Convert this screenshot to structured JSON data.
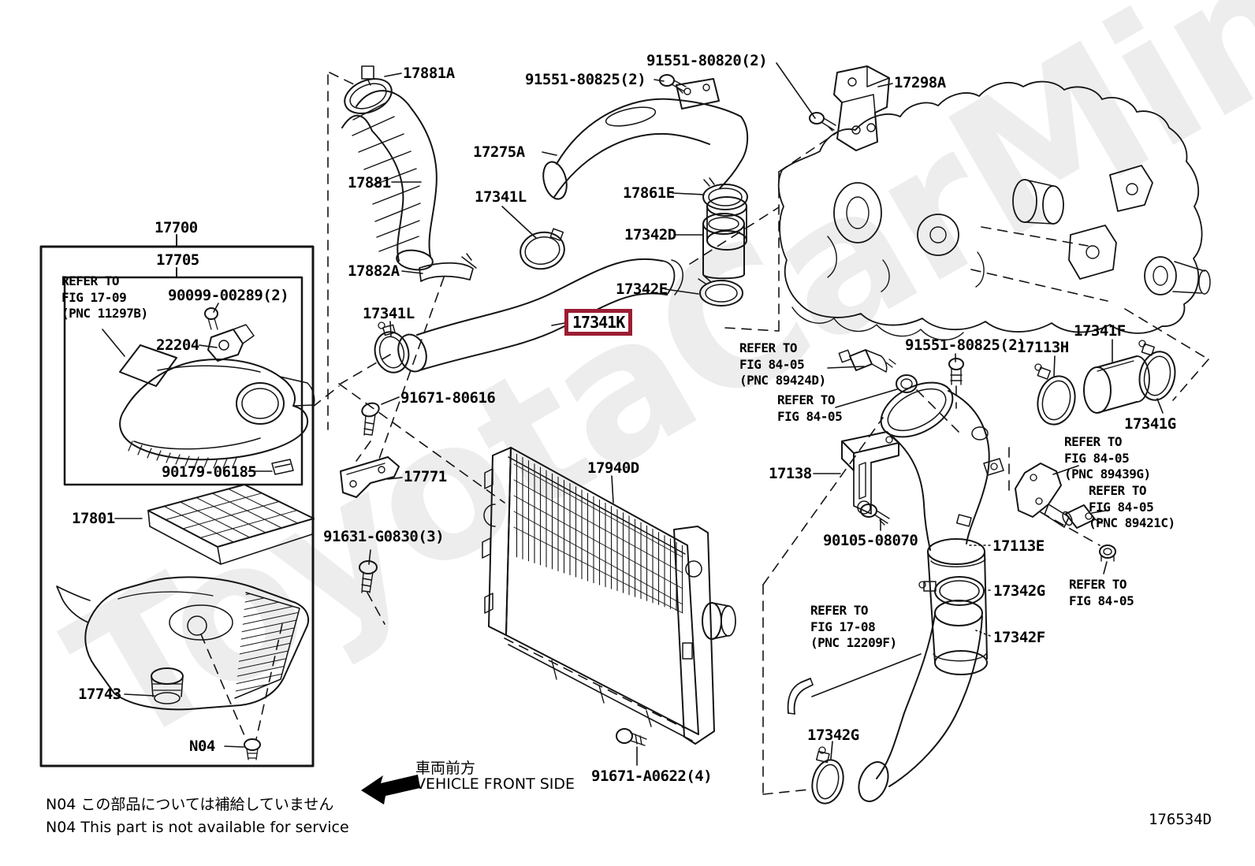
{
  "diagram": {
    "watermark": "ToyotaCarMine.ru",
    "doc_code": "176534D",
    "highlight_color": "#9b1d33",
    "line_color": "#141414",
    "highlighted_part": "17341K"
  },
  "labels": [
    {
      "text": "17881A"
    },
    {
      "text": "91551-80825(2)"
    },
    {
      "text": "91551-80820(2)"
    },
    {
      "text": "17298A"
    },
    {
      "text": "17275A"
    },
    {
      "text": "17881"
    },
    {
      "text": "17341L"
    },
    {
      "text": "17861E"
    },
    {
      "text": "17342D"
    },
    {
      "text": "17882A"
    },
    {
      "text": "17342E"
    },
    {
      "text": "17341L"
    },
    {
      "text": "17700"
    },
    {
      "text": "17705"
    },
    {
      "text": "90099-00289(2)"
    },
    {
      "text": "22204"
    },
    {
      "text": "91671-80616"
    },
    {
      "text": "90179-06185"
    },
    {
      "text": "17771"
    },
    {
      "text": "17801"
    },
    {
      "text": "91631-G0830(3)"
    },
    {
      "text": "17940D"
    },
    {
      "text": "17138"
    },
    {
      "text": "90105-08070"
    },
    {
      "text": "91551-80825(2)"
    },
    {
      "text": "17113H"
    },
    {
      "text": "17341F"
    },
    {
      "text": "17341G"
    },
    {
      "text": "17113E"
    },
    {
      "text": "17342G"
    },
    {
      "text": "17342F"
    },
    {
      "text": "91671-A0622(4)"
    },
    {
      "text": "17342G"
    },
    {
      "text": "17743"
    },
    {
      "text": "N04"
    }
  ],
  "refer_notes": [
    {
      "text": "REFER TO\nFIG 17-09\n(PNC 11297B)"
    },
    {
      "text": "REFER TO\nFIG 84-05\n(PNC 89424D)"
    },
    {
      "text": "REFER TO\nFIG 84-05"
    },
    {
      "text": "REFER TO\nFIG 84-05\n(PNC 89439G)"
    },
    {
      "text": "REFER TO\nFIG 84-05\n(PNC 89421C)"
    },
    {
      "text": "REFER TO\nFIG 84-05"
    },
    {
      "text": "REFER TO\nFIG 17-08\n(PNC 12209F)"
    }
  ],
  "front_side": {
    "jp": "車両前方",
    "en": "VEHICLE FRONT SIDE"
  },
  "footnotes": {
    "jp": "N04  この部品については補給していません",
    "en": "N04  This part is not available for service"
  }
}
